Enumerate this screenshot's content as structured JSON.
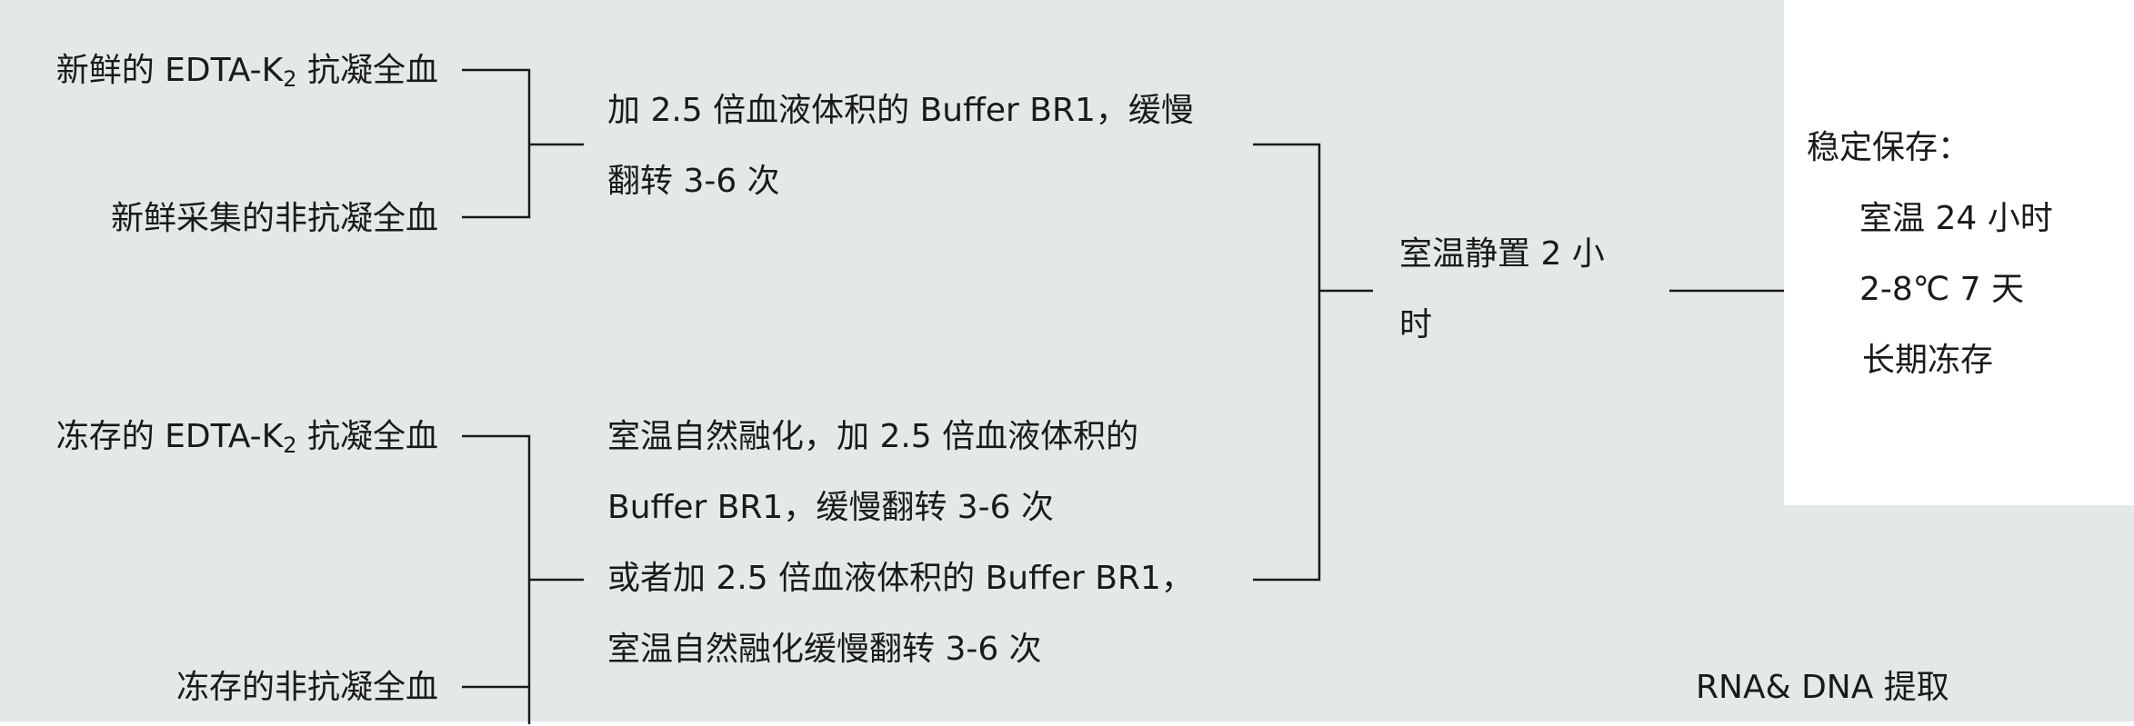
{
  "inputs": {
    "fresh_edta_pre": "新鲜的 EDTA-K",
    "fresh_edta_sub": "2",
    "fresh_edta_post": " 抗凝全血",
    "fresh_non": "新鲜采集的非抗凝全血",
    "frozen_edta_pre": "冻存的 EDTA-K",
    "frozen_edta_sub": "2",
    "frozen_edta_post": " 抗凝全血",
    "frozen_non": "冻存的非抗凝全血"
  },
  "steps": {
    "fresh_step_line1": "加 2.5 倍血液体积的 Buffer BR1，缓慢",
    "fresh_step_line2": "翻转 3-6 次",
    "frozen_step_line1": "室温自然融化，加  2.5  倍血液体积的",
    "frozen_step_line2": "Buffer BR1，缓慢翻转 3-6 次",
    "frozen_step_line3": "或者加 2.5 倍血液体积的 Buffer BR1，",
    "frozen_step_line4": "室温自然融化缓慢翻转 3-6 次"
  },
  "incubate": {
    "line1": "室温静置  2  小",
    "line2": "时"
  },
  "storage": {
    "title": "稳定保存：",
    "item1": "室温 24 小时",
    "item2": "2-8℃ 7 天",
    "item3": "长期冻存"
  },
  "extraction_label": "RNA& DNA 提取",
  "colors": {
    "background": "#e3e9e8",
    "panel": "#ffffff",
    "line": "#1a1a1a"
  }
}
